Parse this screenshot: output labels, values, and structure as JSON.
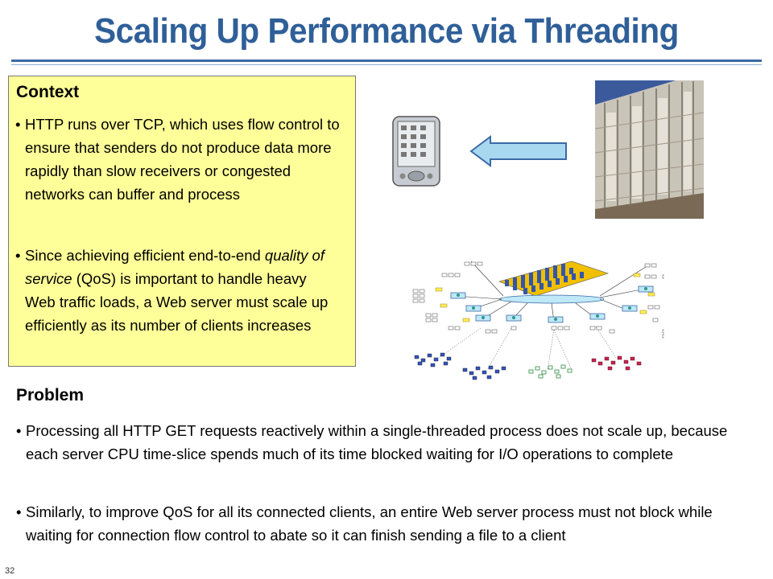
{
  "title": "Scaling Up Performance via Threading",
  "context": {
    "heading": "Context",
    "bullet1": "HTTP runs over TCP, which uses flow control to ensure that senders do not produce data more rapidly than slow receivers or congested networks can buffer and process",
    "bullet2_pre": "Since achieving efficient end-to-end ",
    "bullet2_em": "quality of service",
    "bullet2_post": " (QoS) is important to handle heavy Web traffic loads, a Web server must scale up efficiently as its number of clients increases"
  },
  "problem": {
    "heading": "Problem",
    "bullet1": "Processing all HTTP GET requests reactively within a single-threaded process does not scale up, because each server CPU time-slice spends much of its time blocked waiting for I/O operations to complete",
    "bullet2": "Similarly, to improve QoS for all its connected clients, an entire Web server process must not block while waiting for connection flow control to abate so it can finish sending a file to a client"
  },
  "bullet_char": "•",
  "page_number": "32",
  "colors": {
    "title": "#2f5f98",
    "context_bg": "#ffff99",
    "arrow_fill": "#a8d8f0",
    "arrow_stroke": "#3a6aa6"
  },
  "icons": {
    "pda": "pda-icon",
    "arrow": "left-arrow-icon",
    "server": "server-rack-photo",
    "network": "network-topology-diagram"
  }
}
